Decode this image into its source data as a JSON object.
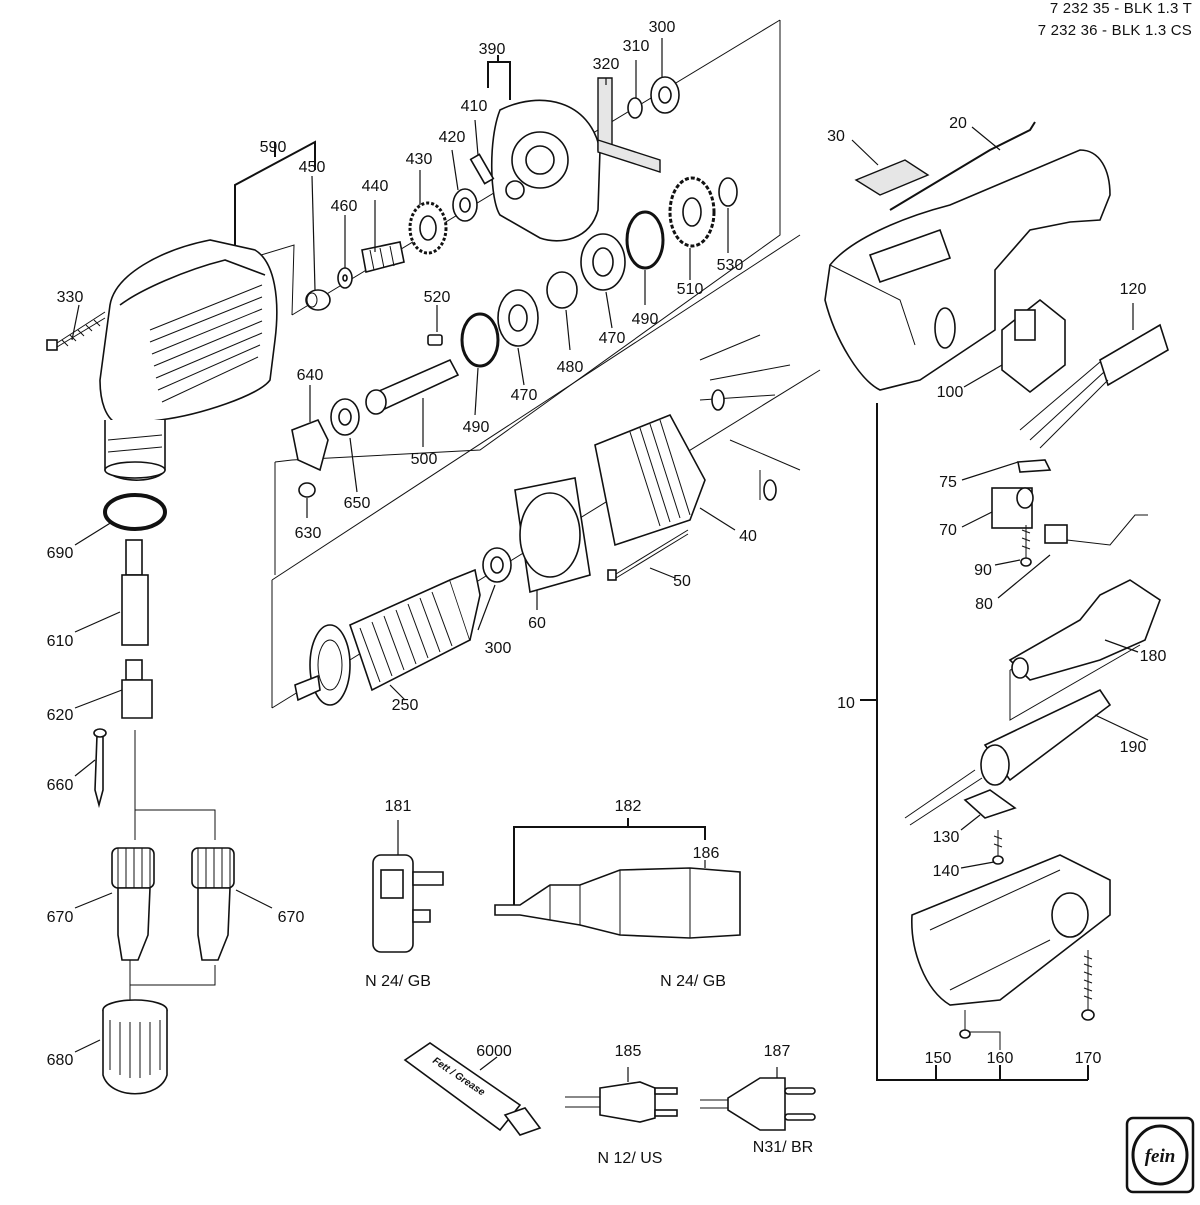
{
  "header": {
    "model_line_1": "7 232 35 - BLK 1.3  T",
    "model_line_2": "7 232 36 - BLK 1.3 CS"
  },
  "labels": {
    "p10": "10",
    "p20": "20",
    "p30": "30",
    "p40": "40",
    "p50": "50",
    "p60": "60",
    "p70": "70",
    "p75": "75",
    "p80": "80",
    "p90": "90",
    "p100": "100",
    "p120": "120",
    "p130": "130",
    "p140": "140",
    "p150": "150",
    "p160": "160",
    "p170": "170",
    "p180": "180",
    "p181": "181",
    "p182": "182",
    "p185": "185",
    "p186": "186",
    "p187": "187",
    "p190": "190",
    "p250": "250",
    "p300a": "300",
    "p300b": "300",
    "p310": "310",
    "p320": "320",
    "p330": "330",
    "p390": "390",
    "p410": "410",
    "p420": "420",
    "p430": "430",
    "p440": "440",
    "p450": "450",
    "p460": "460",
    "p470a": "470",
    "p470b": "470",
    "p480": "480",
    "p490a": "490",
    "p490b": "490",
    "p500": "500",
    "p510": "510",
    "p520": "520",
    "p530": "530",
    "p590": "590",
    "p610": "610",
    "p620": "620",
    "p630": "630",
    "p640": "640",
    "p650": "650",
    "p660": "660",
    "p670a": "670",
    "p670b": "670",
    "p680": "680",
    "p690": "690",
    "p6000": "6000"
  },
  "variant_notes": {
    "plug_gb": "N 24/ GB",
    "cable_gb": "N 24/ GB",
    "plug_us": "N 12/ US",
    "plug_br": "N31/ BR"
  },
  "product_text": {
    "grease_tube": "Fett / Grease",
    "brand_logo": "fein"
  }
}
